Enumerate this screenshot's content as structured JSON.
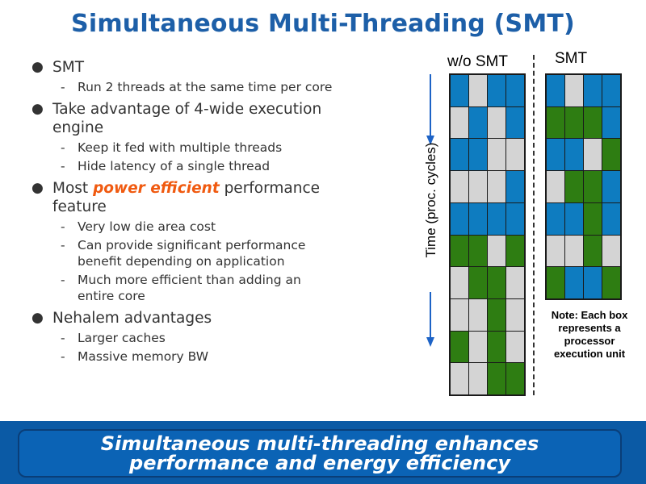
{
  "slide": {
    "title": "Simultaneous Multi-Threading (SMT)",
    "bullets": [
      {
        "text": "SMT",
        "subs": [
          "Run 2 threads at the same time per core"
        ]
      },
      {
        "text_lines": [
          "Take advantage of 4-wide execution",
          "engine"
        ],
        "subs": [
          "Keep it fed with multiple threads",
          "Hide latency of a single thread"
        ]
      },
      {
        "pre": "Most ",
        "highlight": "power efficient",
        "post": " performance",
        "line2": "feature",
        "subs": [
          [
            "Very low die area cost"
          ],
          [
            "Can provide significant performance",
            "benefit depending on application"
          ],
          [
            "Much more efficient than adding an",
            "entire core"
          ]
        ]
      },
      {
        "text": "Nehalem advantages",
        "subs": [
          "Larger caches",
          "Massive memory BW"
        ]
      }
    ],
    "highlight_color": "#f05a10",
    "title_color": "#1d5fa8"
  },
  "diagram": {
    "label_without": "w/o SMT",
    "label_with": "SMT",
    "axis_label": "Time (proc. cycles)",
    "note_lines": [
      "Note:  Each box",
      "represents a",
      "processor",
      "execution unit"
    ],
    "colors": {
      "idle": "#d4d4d4",
      "thread1": "#0e7cc0",
      "thread2": "#2e7d12"
    },
    "grid_without": [
      [
        1,
        0,
        1,
        1
      ],
      [
        0,
        1,
        0,
        1
      ],
      [
        1,
        1,
        0,
        0
      ],
      [
        0,
        0,
        0,
        1
      ],
      [
        1,
        1,
        1,
        1
      ],
      [
        2,
        2,
        0,
        2
      ],
      [
        0,
        2,
        2,
        0
      ],
      [
        0,
        0,
        2,
        0
      ],
      [
        2,
        0,
        2,
        0
      ],
      [
        0,
        0,
        2,
        2
      ]
    ],
    "grid_with": [
      [
        1,
        0,
        1,
        1
      ],
      [
        2,
        2,
        2,
        1
      ],
      [
        1,
        1,
        0,
        2
      ],
      [
        0,
        2,
        2,
        1
      ],
      [
        1,
        1,
        2,
        1
      ],
      [
        0,
        0,
        2,
        0
      ],
      [
        2,
        1,
        1,
        2
      ]
    ]
  },
  "banner": {
    "line1": "Simultaneous multi-threading enhances",
    "line2": "performance and energy efficiency"
  }
}
